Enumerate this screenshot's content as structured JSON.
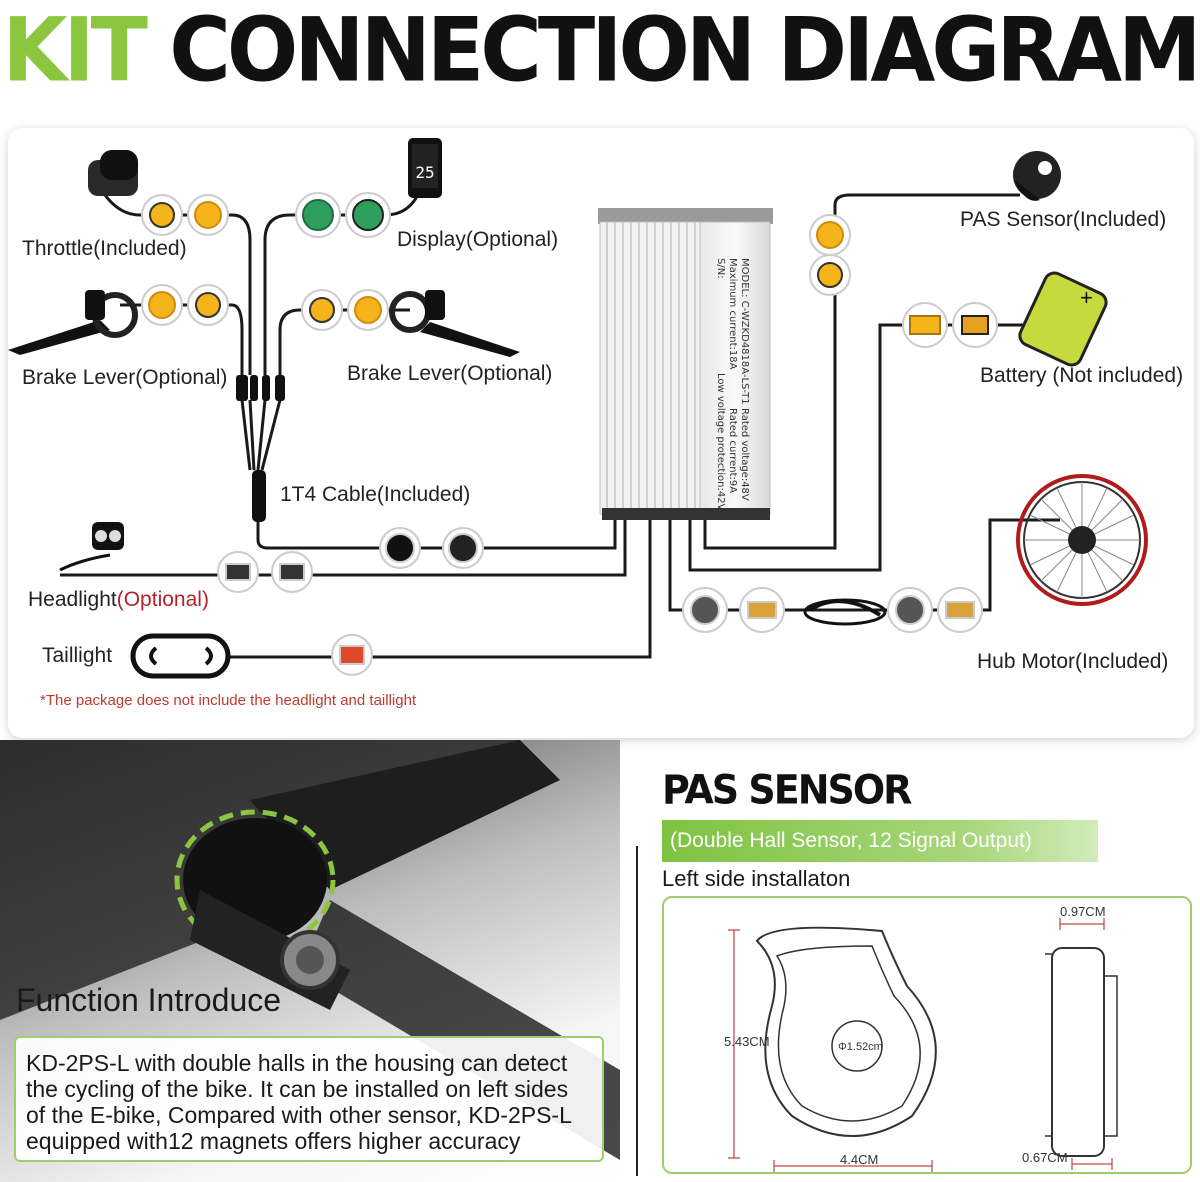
{
  "title": {
    "part1": "KIT",
    "part2": "CONNECTION DIAGRAM"
  },
  "colors": {
    "accent_green": "#8cc63f",
    "connector_yellow": "#f4b41a",
    "connector_green": "#2e9e5e",
    "wire": "#1a1a1a",
    "note_red": "#c0392b"
  },
  "diagram": {
    "throttle": "Throttle(Included)",
    "display": "Display(Optional)",
    "display_screen": "25",
    "brake_left": "Brake Lever(Optional)",
    "brake_right": "Brake Lever(Optional)",
    "cable": "1T4 Cable(Included)",
    "headlight": "Headlight",
    "headlight_optional": "(Optional)",
    "taillight": "Taillight",
    "note": "*The package does not include the headlight and taillight",
    "pas": "PAS Sensor(Included)",
    "battery": "Battery (Not included)",
    "motor": "Hub Motor(Included)",
    "controller": {
      "line1": "MODEL: C-WZKD4818A-LS-T1",
      "line2": "Maximum current:18A",
      "line3": "S/N:",
      "line4": "Rated voltage:48V",
      "line5": "Rated current:9A",
      "line6": "Low voltage protection:42V"
    }
  },
  "function": {
    "title": "Function Introduce",
    "line1": "KD-2PS-L with double halls in the housing can detect",
    "line2": "the cycling of the bike. It can be installed on left sides",
    "line3": "of the E-bike, Compared with other sensor, KD-2PS-L",
    "line4": "equipped with12 magnets offers higher accuracy"
  },
  "pas_section": {
    "title": "PAS SENSOR",
    "subtitle": "(Double Hall Sensor, 12 Signal Output)",
    "install": "Left side installaton",
    "dims": {
      "height": "5.43CM",
      "hole": "Φ1.52cm",
      "width": "4.4CM",
      "thick_top": "0.97CM",
      "thick_bottom": "0.67CM"
    }
  }
}
